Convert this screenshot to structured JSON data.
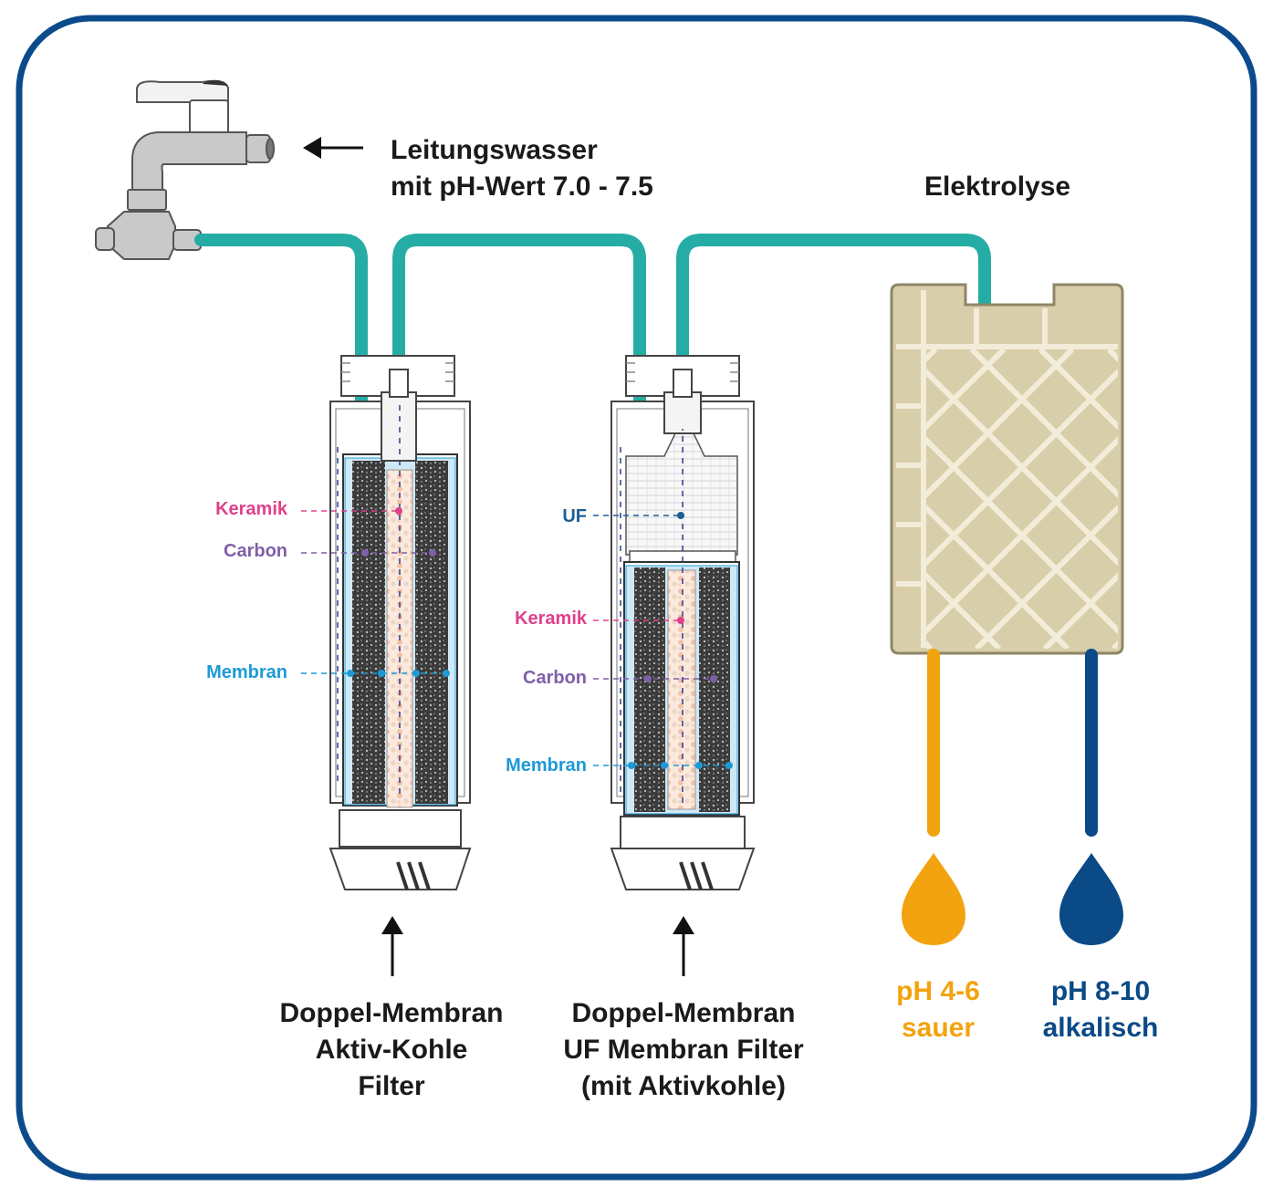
{
  "source_label": {
    "line1": "Leitungswasser",
    "line2": "mit pH-Wert 7.0 - 7.5"
  },
  "electrolysis_label": "Elektrolyse",
  "filter1": {
    "labels": {
      "keramik": "Keramik",
      "carbon": "Carbon",
      "membran": "Membran"
    },
    "caption": [
      "Doppel-Membran",
      "Aktiv-Kohle",
      "Filter"
    ]
  },
  "filter2": {
    "labels": {
      "uf": "UF",
      "keramik": "Keramik",
      "carbon": "Carbon",
      "membran": "Membran"
    },
    "caption": [
      "Doppel-Membran",
      "UF Membran Filter",
      "(mit Aktivkohle)"
    ]
  },
  "outputs": {
    "acid": {
      "line1": "pH 4-6",
      "line2": "sauer",
      "color": "#f2a30f"
    },
    "alkaline": {
      "line1": "pH 8-10",
      "line2": "alkalisch",
      "color": "#0a4a86"
    }
  },
  "colors": {
    "frame": "#0b4a8b",
    "pipe": "#25ada5",
    "keramik": "#e0408a",
    "carbon": "#7f5fa8",
    "membran": "#1d9ad6",
    "uf": "#1e5f96",
    "cell": "#d9ceaa"
  }
}
